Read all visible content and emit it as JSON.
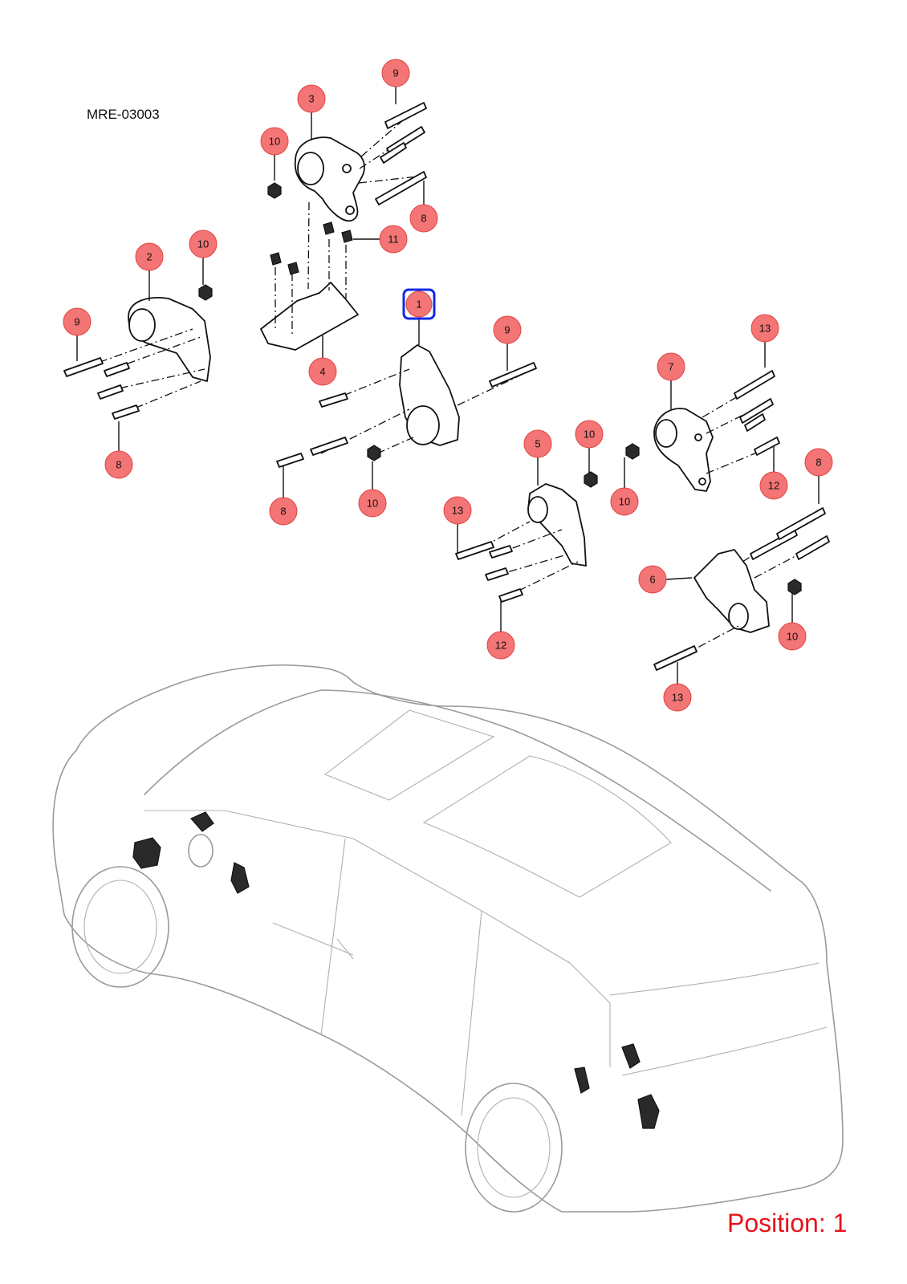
{
  "diagram": {
    "code": "MRE-03003",
    "position_label": "Position: 1",
    "selected_callout": "1",
    "colors": {
      "callout_fill": "#f26a6a",
      "selected_outline": "#1428e6",
      "position_text": "#e8141b",
      "vehicle_outline": "#9a9a9a"
    },
    "callouts": [
      {
        "id": "c-9a",
        "label": "9"
      },
      {
        "id": "c-3",
        "label": "3"
      },
      {
        "id": "c-10a",
        "label": "10"
      },
      {
        "id": "c-8a",
        "label": "8"
      },
      {
        "id": "c-11",
        "label": "11"
      },
      {
        "id": "c-2",
        "label": "2"
      },
      {
        "id": "c-10b",
        "label": "10"
      },
      {
        "id": "c-9b",
        "label": "9"
      },
      {
        "id": "c-4",
        "label": "4"
      },
      {
        "id": "c-8b",
        "label": "8"
      },
      {
        "id": "c-1",
        "label": "1"
      },
      {
        "id": "c-9c",
        "label": "9"
      },
      {
        "id": "c-13a",
        "label": "13"
      },
      {
        "id": "c-7",
        "label": "7"
      },
      {
        "id": "c-8c",
        "label": "8"
      },
      {
        "id": "c-10c",
        "label": "10"
      },
      {
        "id": "c-5",
        "label": "5"
      },
      {
        "id": "c-10d",
        "label": "10"
      },
      {
        "id": "c-10e",
        "label": "10"
      },
      {
        "id": "c-12a",
        "label": "12"
      },
      {
        "id": "c-13b",
        "label": "13"
      },
      {
        "id": "c-8d",
        "label": "8"
      },
      {
        "id": "c-6",
        "label": "6"
      },
      {
        "id": "c-12b",
        "label": "12"
      },
      {
        "id": "c-10f",
        "label": "10"
      },
      {
        "id": "c-13c",
        "label": "13"
      }
    ]
  }
}
